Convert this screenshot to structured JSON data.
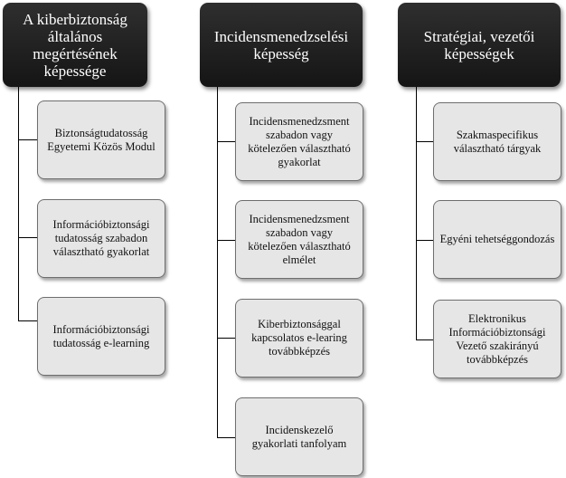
{
  "columns": [
    {
      "title": "A kiberbiztonság általános megértésének képessége",
      "items": [
        "Biztonságtudatosság Egyetemi Közös Modul",
        "Információbiztonsági tudatosság szabadon választható gyakorlat",
        "Információbiztonsági tudatosság e-learning"
      ]
    },
    {
      "title": "Incidensmenedzselési képesség",
      "items": [
        "Incidensmenedzsment szabadon vagy kötelezően választható gyakorlat",
        "Incidensmenedzsment szabadon vagy kötelezően választható elmélet",
        "Kiberbiztonsággal kapcsolatos e-learing továbbképzés",
        "Incidenskezelő gyakorlati tanfolyam"
      ]
    },
    {
      "title": "Stratégiai, vezetői képességek",
      "items": [
        "Szakmaspecifikus választható tárgyak",
        "Egyéni tehetséggondozás",
        "Elektronikus Információbiztonsági Vezető szakirányú továbbképzés"
      ]
    }
  ]
}
